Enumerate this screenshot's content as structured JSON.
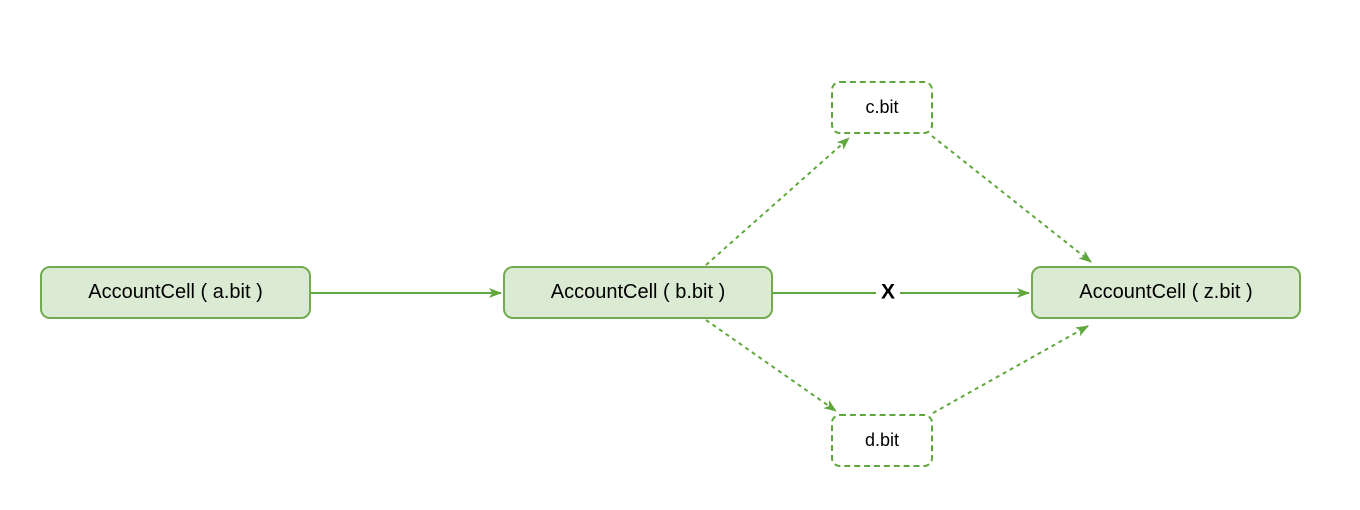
{
  "colors": {
    "background": "#ffffff",
    "node_fill": "#dbead3",
    "node_stroke": "#72ab52",
    "connector_stroke": "#60a73d",
    "text": "#000000"
  },
  "nodes": [
    {
      "id": "account-cell-a",
      "label": "AccountCell ( a.bit )",
      "style": "solid"
    },
    {
      "id": "account-cell-b",
      "label": "AccountCell ( b.bit )",
      "style": "solid"
    },
    {
      "id": "account-cell-z",
      "label": "AccountCell ( z.bit )",
      "style": "solid"
    },
    {
      "id": "c-bit",
      "label": "c.bit",
      "style": "dashed"
    },
    {
      "id": "d-bit",
      "label": "d.bit",
      "style": "dashed"
    }
  ],
  "edges": [
    {
      "from": "account-cell-a",
      "to": "account-cell-b",
      "style": "solid",
      "label": ""
    },
    {
      "from": "account-cell-b",
      "to": "account-cell-z",
      "style": "solid",
      "label": "X"
    },
    {
      "from": "account-cell-b",
      "to": "c-bit",
      "style": "dashed",
      "label": ""
    },
    {
      "from": "c-bit",
      "to": "account-cell-z",
      "style": "dashed",
      "label": ""
    },
    {
      "from": "account-cell-b",
      "to": "d-bit",
      "style": "dashed",
      "label": ""
    },
    {
      "from": "d-bit",
      "to": "account-cell-z",
      "style": "dashed",
      "label": ""
    }
  ]
}
